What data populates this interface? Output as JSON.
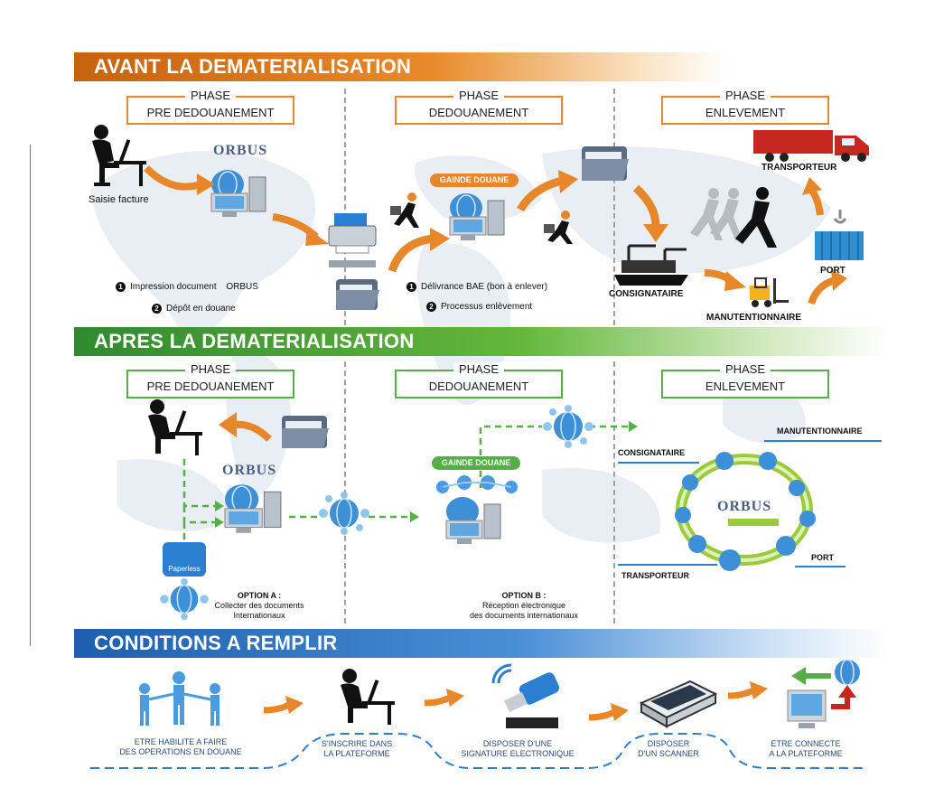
{
  "sections": {
    "before": "AVANT LA DEMATERIALISATION",
    "after": "APRES LA DEMATERIALISATION",
    "conditions": "CONDITIONS A REMPLIR"
  },
  "phases": [
    {
      "line1": "PHASE",
      "line2": "PRE DEDOUANEMENT"
    },
    {
      "line1": "PHASE",
      "line2": "DEDOUANEMENT"
    },
    {
      "line1": "PHASE",
      "line2": "ENLEVEMENT"
    }
  ],
  "before": {
    "saisie": "Saisie facture",
    "orbus": "ORBUS",
    "step1_num": "1",
    "step1": "Impression document",
    "step1_suffix": "ORBUS",
    "step2_num": "2",
    "step2": "Dépôt en douane",
    "gaine": "GAINDE DOUANE",
    "step3_num": "1",
    "step3": "Délivrance BAE (bon à enlever)",
    "step4_num": "2",
    "step4": "Processus enlèvement",
    "transporteur": "TRANSPORTEUR",
    "port": "PORT",
    "consignataire": "CONSIGNATAIRE",
    "manutentionnaire": "MANUTENTIONNAIRE"
  },
  "after": {
    "orbus": "ORBUS",
    "paperless": "Paperless",
    "gaine": "GAINDE DOUANE",
    "optionA_title": "OPTION A :",
    "optionA_l1": "Collecter des documents",
    "optionA_l2": "Internationaux",
    "optionB_title": "OPTION B :",
    "optionB_l1": "Réception électronique",
    "optionB_l2": "des documents internationaux",
    "consignataire": "CONSIGNATAIRE",
    "manutentionnaire": "MANUTENTIONNAIRE",
    "port": "PORT",
    "transporteur": "TRANSPORTEUR",
    "ring_orbus": "ORBUS"
  },
  "conditions": [
    {
      "l1": "ETRE HABILITE A FAIRE",
      "l2": "DES OPERATIONS EN DOUANE"
    },
    {
      "l1": "S'INSCRIRE DANS",
      "l2": "LA PLATEFORME"
    },
    {
      "l1": "DISPOSER D'UNE",
      "l2": "SIGNATURE ELECTRONIQUE"
    },
    {
      "l1": "DISPOSER",
      "l2": "D'UN SCANNER"
    },
    {
      "l1": "ETRE CONNECTE",
      "l2": "A LA PLATEFORME"
    }
  ],
  "colors": {
    "orange": "#e8862a",
    "green": "#54b046",
    "blue": "#2a7fd0"
  },
  "icons": [
    "user-at-computer-icon",
    "computer-icon",
    "printer-icon",
    "folder-icon",
    "runner-icon",
    "truck-icon",
    "crane-icon",
    "ship-icon",
    "forklift-icon",
    "globe-icon",
    "usb-key-icon",
    "scanner-icon",
    "network-people-icon"
  ]
}
